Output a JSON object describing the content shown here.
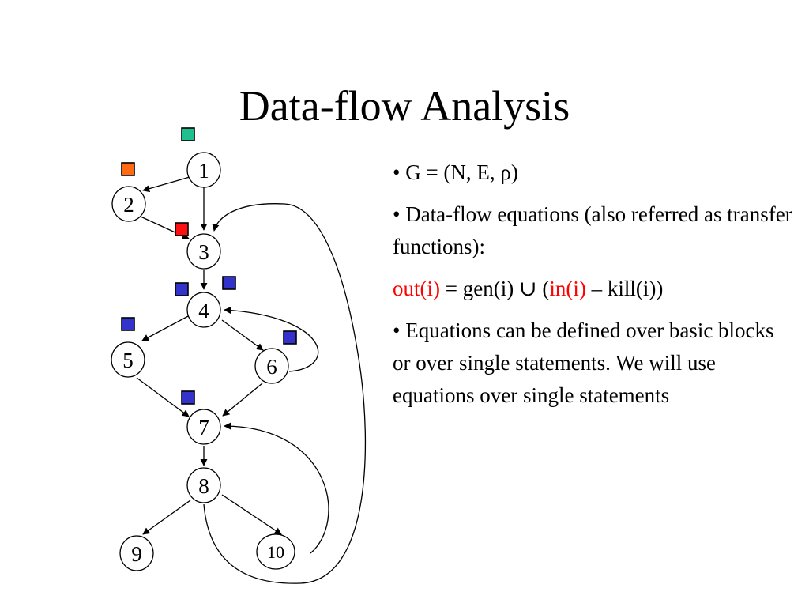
{
  "slide": {
    "title": "Data-flow Analysis"
  },
  "graph": {
    "nodes": [
      {
        "id": "1",
        "label": "1"
      },
      {
        "id": "2",
        "label": "2"
      },
      {
        "id": "3",
        "label": "3"
      },
      {
        "id": "4",
        "label": "4"
      },
      {
        "id": "5",
        "label": "5"
      },
      {
        "id": "6",
        "label": "6"
      },
      {
        "id": "7",
        "label": "7"
      },
      {
        "id": "8",
        "label": "8"
      },
      {
        "id": "9",
        "label": "9"
      },
      {
        "id": "10",
        "label": "10"
      }
    ],
    "edges": [
      {
        "from": "1",
        "to": "2"
      },
      {
        "from": "1",
        "to": "3"
      },
      {
        "from": "2",
        "to": "3"
      },
      {
        "from": "3",
        "to": "4"
      },
      {
        "from": "4",
        "to": "5"
      },
      {
        "from": "4",
        "to": "6"
      },
      {
        "from": "5",
        "to": "7"
      },
      {
        "from": "6",
        "to": "7"
      },
      {
        "from": "7",
        "to": "8"
      },
      {
        "from": "8",
        "to": "9"
      },
      {
        "from": "8",
        "to": "10"
      },
      {
        "from": "6",
        "to": "4"
      },
      {
        "from": "10",
        "to": "7"
      },
      {
        "from": "8",
        "to": "3"
      }
    ],
    "marker_colors": {
      "teal": "#1fbf8f",
      "orange": "#ff6a13",
      "red": "#ff1010",
      "blue": "#3333cc"
    }
  },
  "bullets": {
    "b1": "• G = (N, E, ρ)",
    "b2": "• Data-flow equations (also referred as transfer functions):",
    "eq": {
      "out": "out(i)",
      "mid": " = gen(i) ",
      "union": "∪",
      "paren_open": "  (",
      "in": "in(i)",
      "rest": " – kill(i))"
    },
    "b3": "• Equations can be defined over basic blocks or over single statements. We will use equations over single statements"
  }
}
